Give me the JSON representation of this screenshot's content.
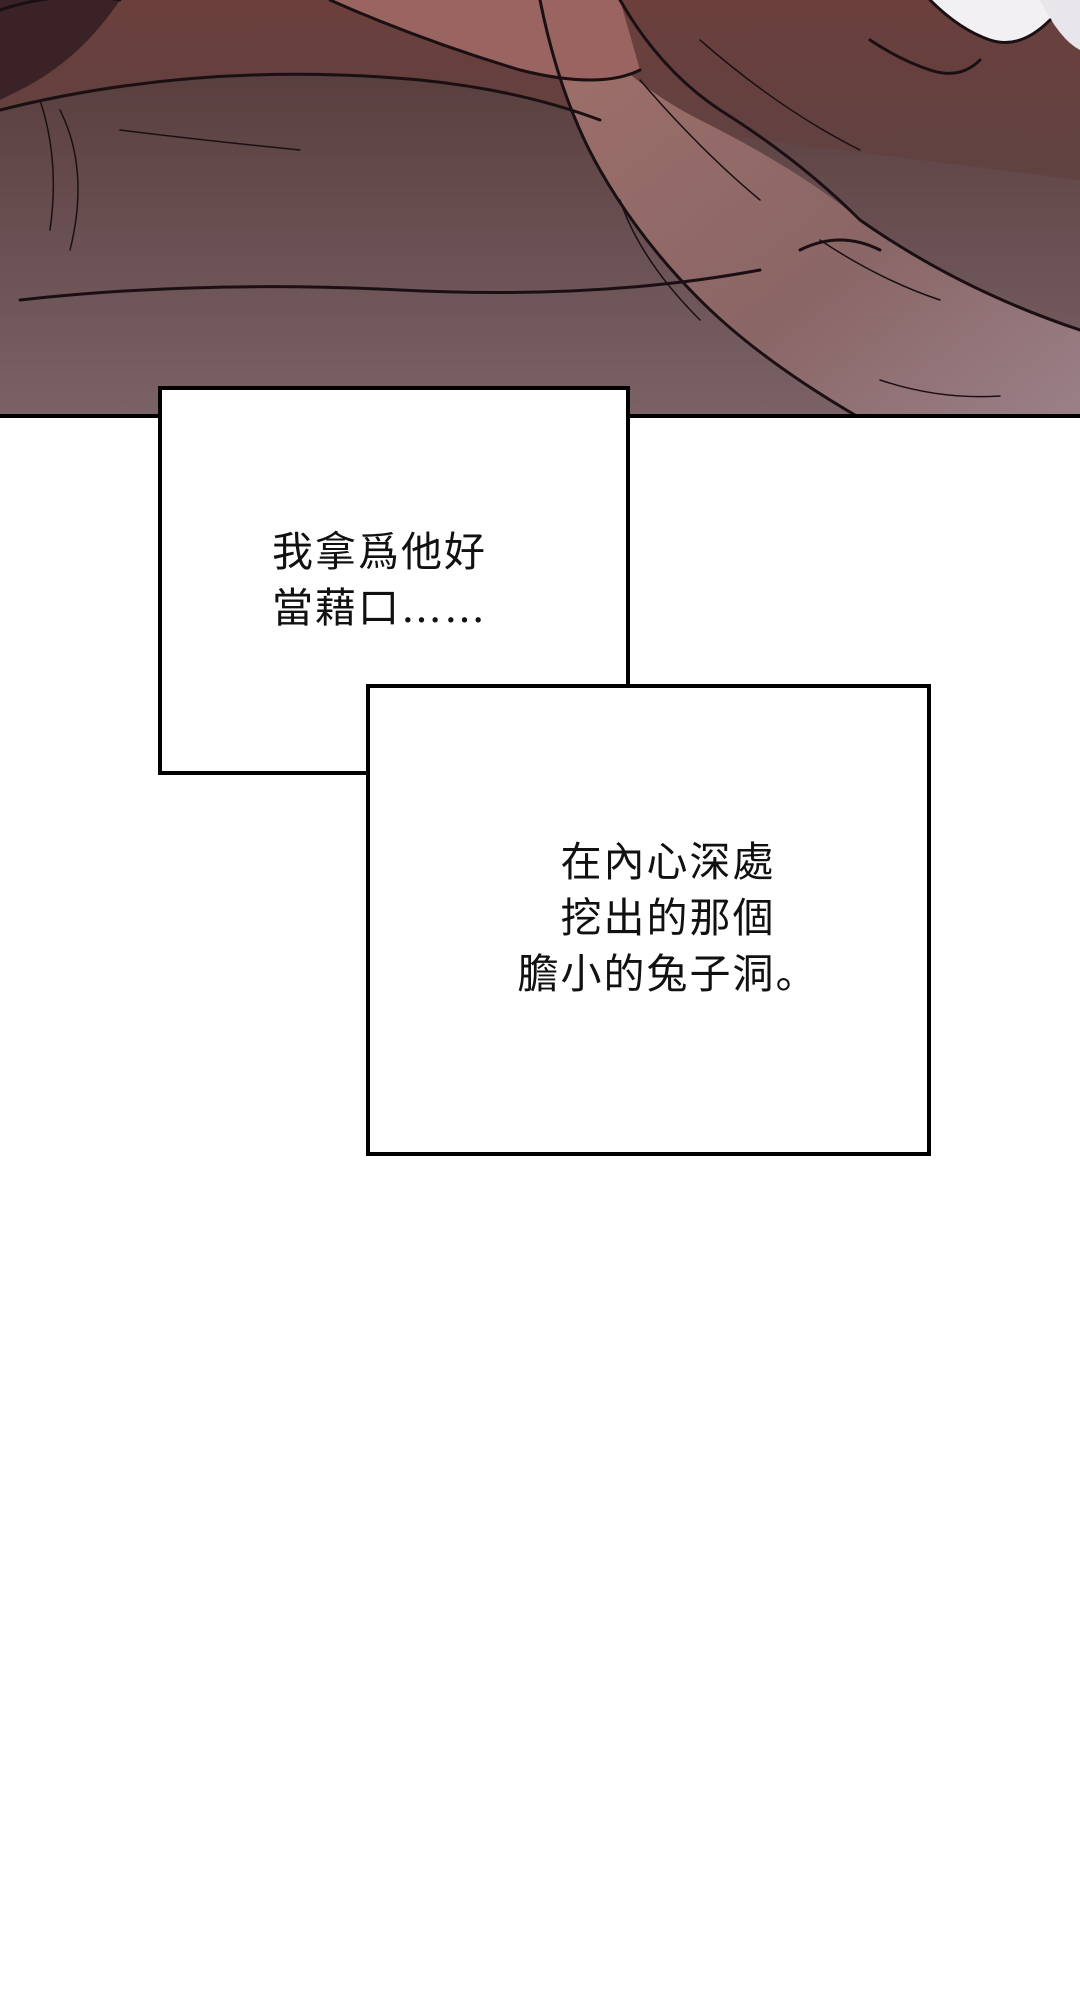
{
  "caption_1": {
    "lines": [
      "我拿爲他好",
      "當藉口……"
    ]
  },
  "caption_2": {
    "lines": [
      "在內心深處",
      "挖出的那個",
      "膽小的兔子洞。"
    ]
  },
  "colors": {
    "panel_border": "#000000",
    "background": "#ffffff",
    "fabric_dark": "#4a2f35",
    "fabric_light": "#a07a7a"
  }
}
